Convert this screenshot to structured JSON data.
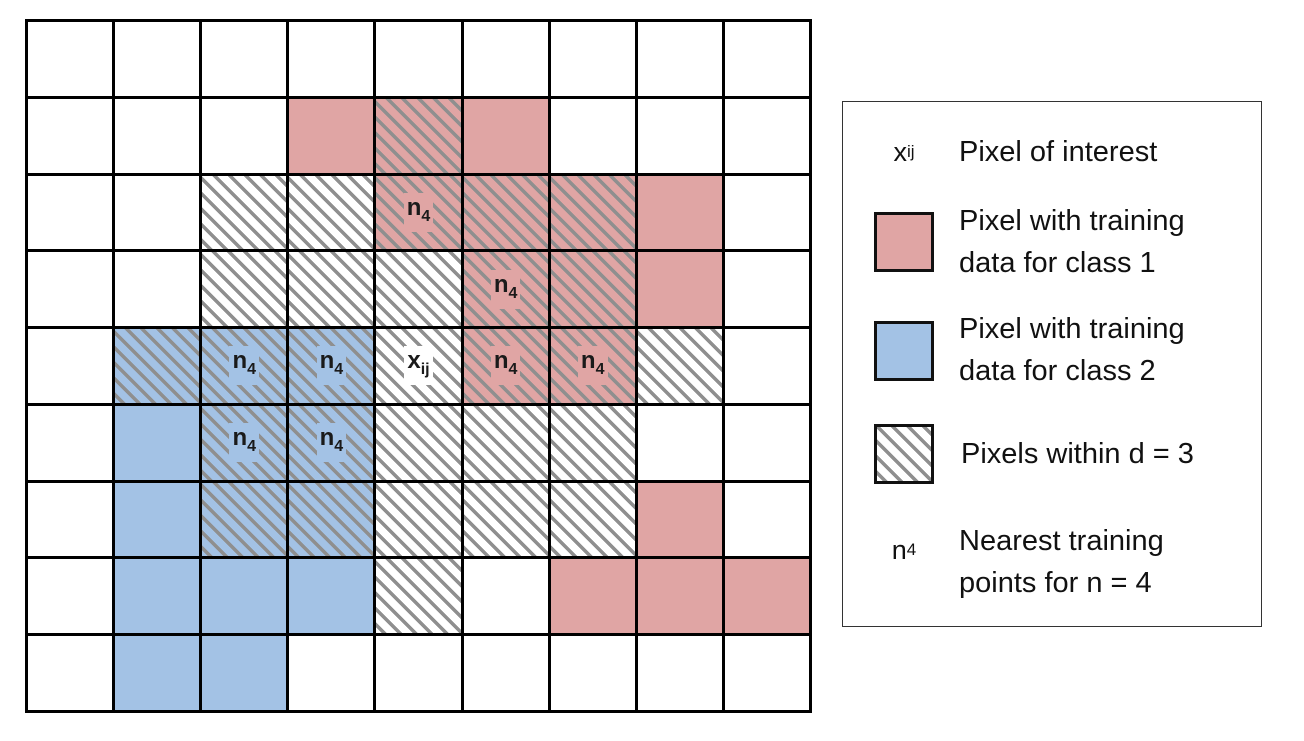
{
  "grid": {
    "rows": 9,
    "cols": 9,
    "colors": [
      "wwwwwwwww",
      "wwwrrrwww",
      "wwwwrrrrw",
      "wwwwwrrrw",
      "wbbbwrrww",
      "wbbbwwwww",
      "wbbbwwwrw",
      "wbbbwwrrr",
      "wbbwwwwww"
    ],
    "hatched": [
      "000000000",
      "000010000",
      "001111100",
      "001111100",
      "011111110",
      "001111100",
      "001111100",
      "000010000",
      "000000000"
    ],
    "labels": [
      {
        "r": 2,
        "c": 4,
        "main": "n",
        "sub": "4"
      },
      {
        "r": 3,
        "c": 5,
        "main": "n",
        "sub": "4"
      },
      {
        "r": 4,
        "c": 2,
        "main": "n",
        "sub": "4"
      },
      {
        "r": 4,
        "c": 3,
        "main": "n",
        "sub": "4"
      },
      {
        "r": 4,
        "c": 4,
        "main": "x",
        "sub": "ij"
      },
      {
        "r": 4,
        "c": 5,
        "main": "n",
        "sub": "4"
      },
      {
        "r": 4,
        "c": 6,
        "main": "n",
        "sub": "4"
      },
      {
        "r": 5,
        "c": 2,
        "main": "n",
        "sub": "4"
      },
      {
        "r": 5,
        "c": 3,
        "main": "n",
        "sub": "4"
      }
    ]
  },
  "legend": {
    "pixel_of_interest": {
      "symbol_main": "x",
      "symbol_sub": "ij",
      "line1": "Pixel of interest"
    },
    "class1": {
      "line1": "Pixel with training",
      "line2": "data for class 1"
    },
    "class2": {
      "line1": "Pixel with training",
      "line2": "data for class 2"
    },
    "within": {
      "line1": "Pixels within d = 3"
    },
    "nearest": {
      "symbol_main": "n",
      "symbol_sub": "4",
      "line1": "Nearest training",
      "line2": "points for n = 4"
    }
  },
  "colors": {
    "class1": "#e0a5a4",
    "class2": "#a3c2e5",
    "hatch": "#8f8f8f",
    "grid_line": "#000000"
  }
}
